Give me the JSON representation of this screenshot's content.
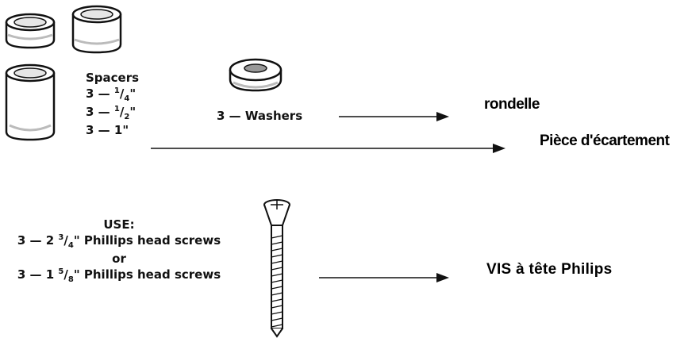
{
  "spacers": {
    "title": "Spacers",
    "lines": [
      {
        "qty": "3 —",
        "num": "1",
        "den": "4",
        "unit": "\""
      },
      {
        "qty": "3 —",
        "num": "1",
        "den": "2",
        "unit": "\""
      },
      {
        "qty": "3 —",
        "whole": "1",
        "unit": "\""
      }
    ]
  },
  "washers": {
    "label": "3 — Washers"
  },
  "translations": {
    "washer_fr": "rondelle",
    "spacer_fr": "Pièce d'écartement",
    "screw_fr": "VIS à tête Philips"
  },
  "screws": {
    "heading": "USE:",
    "line1": {
      "prefix": "3 — 2",
      "num": "3",
      "den": "4",
      "suffix": "\" Phillips head screws"
    },
    "or": "or",
    "line2": {
      "prefix": "3 — 1",
      "num": "5",
      "den": "8",
      "suffix": "\" Phillips head screws"
    }
  }
}
